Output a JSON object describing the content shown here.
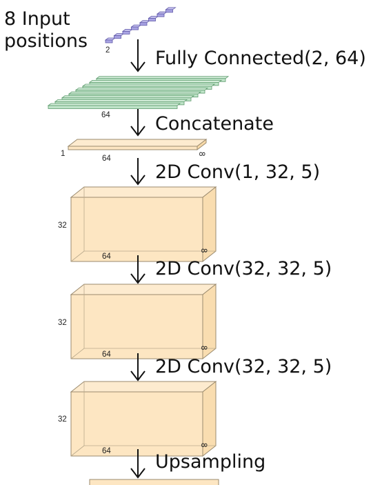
{
  "diagram": {
    "input": {
      "title_line1": "8 Input",
      "title_line2": "positions",
      "dim_label": "2"
    },
    "steps": [
      {
        "label": "Fully Connected(2, 64)"
      },
      {
        "label": "Concatenate"
      },
      {
        "label": "2D Conv(1, 32, 5)"
      },
      {
        "label": "2D Conv(32, 32, 5)"
      },
      {
        "label": "2D Conv(32, 32, 5)"
      },
      {
        "label": "Upsampling"
      }
    ],
    "fc_block": {
      "width_label": "64"
    },
    "concat_block": {
      "height_label": "1",
      "width_label": "64",
      "depth_label": "8"
    },
    "conv_blocks": [
      {
        "height_label": "32",
        "width_label": "64",
        "depth_label": "8"
      },
      {
        "height_label": "32",
        "width_label": "64",
        "depth_label": "8"
      },
      {
        "height_label": "32",
        "width_label": "64",
        "depth_label": "8"
      }
    ],
    "colors": {
      "input_fill": "#a9a4e3",
      "input_stroke": "#5f58a8",
      "fc_fill": "#bfe3c8",
      "fc_stroke": "#5c9a6c",
      "block_fill": "#fde6c2",
      "block_stroke": "#9a8a6e"
    }
  }
}
